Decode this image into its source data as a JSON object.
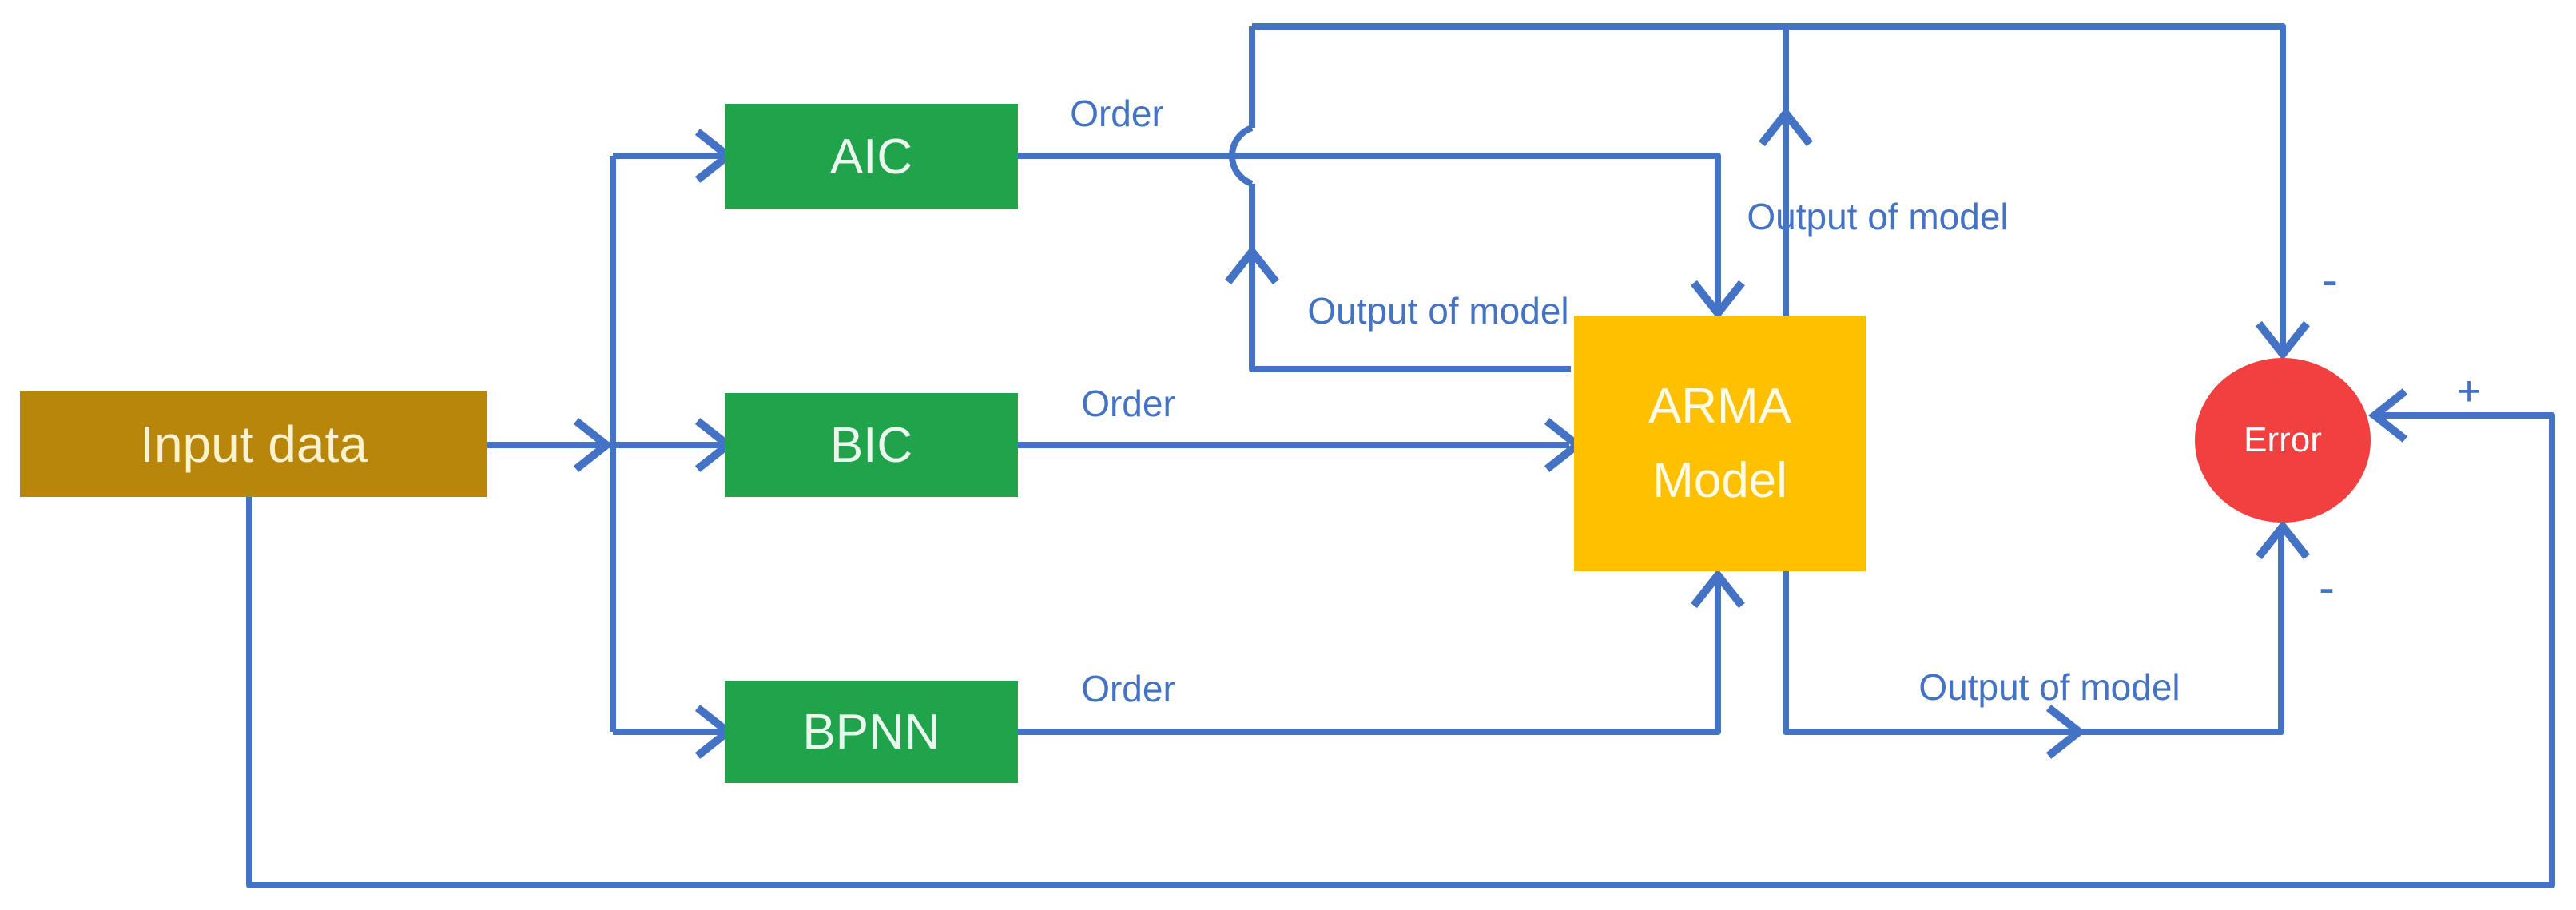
{
  "nodes": {
    "input": {
      "label": "Input data"
    },
    "aic": {
      "label": "AIC"
    },
    "bic": {
      "label": "BIC"
    },
    "bpnn": {
      "label": "BPNN"
    },
    "arma": {
      "label": "ARMA Model"
    },
    "error": {
      "label": "Error"
    }
  },
  "edge_labels": {
    "order_aic": "Order",
    "order_bic": "Order",
    "order_bpnn": "Order",
    "output_loop": "Output of model",
    "output_top": "Output of model",
    "output_bottom": "Output of model"
  },
  "signs": {
    "minus_top": "-",
    "minus_bottom": "-",
    "plus": "+"
  },
  "colors": {
    "connector": "#4472C4",
    "edge_label": "#4472C4",
    "input_fill": "#B8860B",
    "input_text": "#FBF2D0",
    "criteria_fill": "#21A34B",
    "criteria_text": "#EAF7EE",
    "arma_fill": "#FFC000",
    "arma_text": "#FEFBE8",
    "error_fill": "#F24040",
    "error_text": "#FFFFFF"
  }
}
